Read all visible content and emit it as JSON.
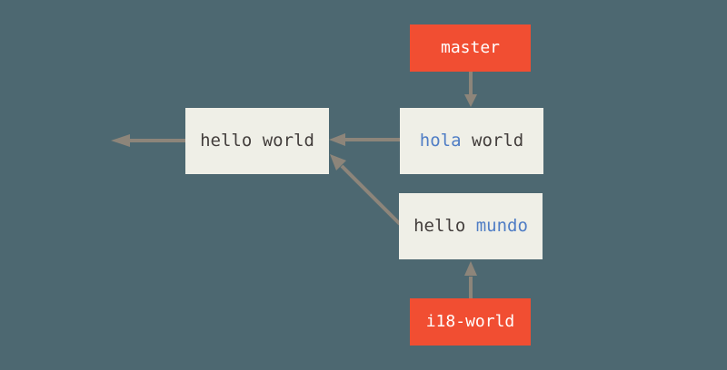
{
  "colors": {
    "background": "#4d6871",
    "commit_box_fill": "#efefe7",
    "branch_box_fill": "#f14e32",
    "branch_text": "#ffffff",
    "commit_text": "#433e3c",
    "highlight_text": "#4f7dc5",
    "arrow": "#8d857a"
  },
  "branches": {
    "master": {
      "label": "master"
    },
    "i18_world": {
      "label": "i18-world"
    }
  },
  "commits": {
    "hello_world": {
      "text": "hello world"
    },
    "hola_world": {
      "changed": "hola",
      "rest": " world"
    },
    "hello_mundo": {
      "rest": "hello ",
      "changed": "mundo"
    }
  }
}
